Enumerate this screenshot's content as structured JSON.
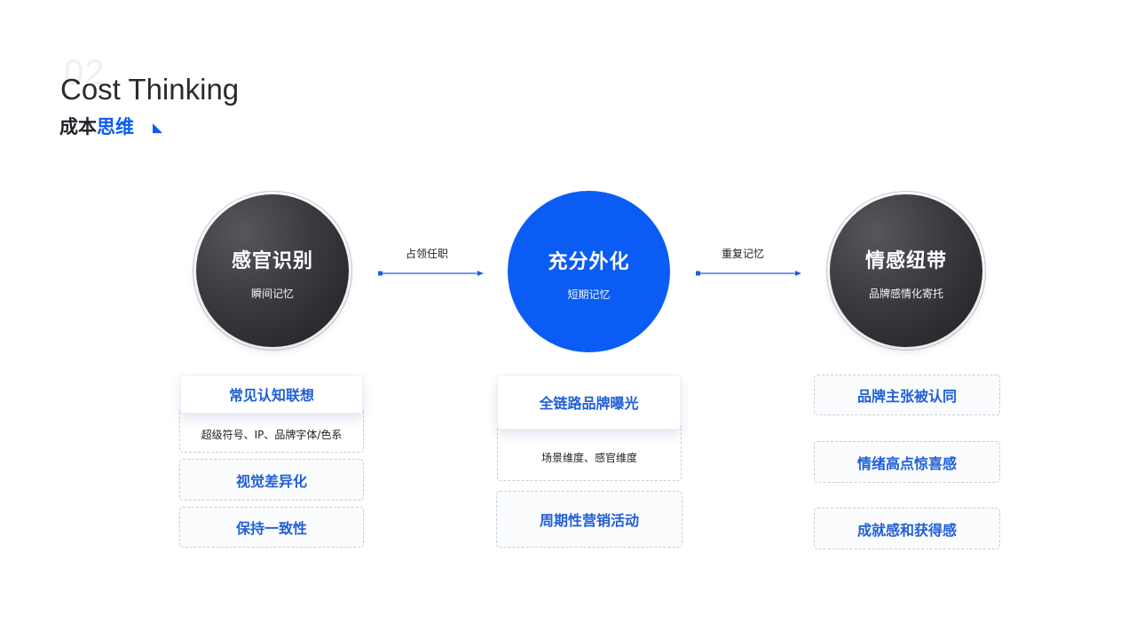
{
  "header": {
    "section_number": "02",
    "title_en": "Cost Thinking",
    "title_cn_dark": "成本",
    "title_cn_accent": "思维"
  },
  "colors": {
    "accent": "#0b5cf5",
    "dark": "#2b2c30",
    "box_text": "#1f5fd6"
  },
  "connectors": [
    {
      "label": "占领任职"
    },
    {
      "label": "重复记忆"
    }
  ],
  "columns": [
    {
      "circle": {
        "title": "感官识别",
        "subtitle": "瞬间记忆",
        "style": "dark"
      },
      "highlight": "常见认知联想",
      "detail": "超级符号、IP、品牌字体/色系",
      "items": [
        "视觉差异化",
        "保持一致性"
      ]
    },
    {
      "circle": {
        "title": "充分外化",
        "subtitle": "短期记忆",
        "style": "blue"
      },
      "highlight": "全链路品牌曝光",
      "detail": "场景维度、感官维度",
      "items": [
        "周期性营销活动"
      ]
    },
    {
      "circle": {
        "title": "情感纽带",
        "subtitle": "品牌感情化寄托",
        "style": "dark"
      },
      "highlight": "",
      "detail": "",
      "items": [
        "品牌主张被认同",
        "情绪高点惊喜感",
        "成就感和获得感"
      ]
    }
  ]
}
